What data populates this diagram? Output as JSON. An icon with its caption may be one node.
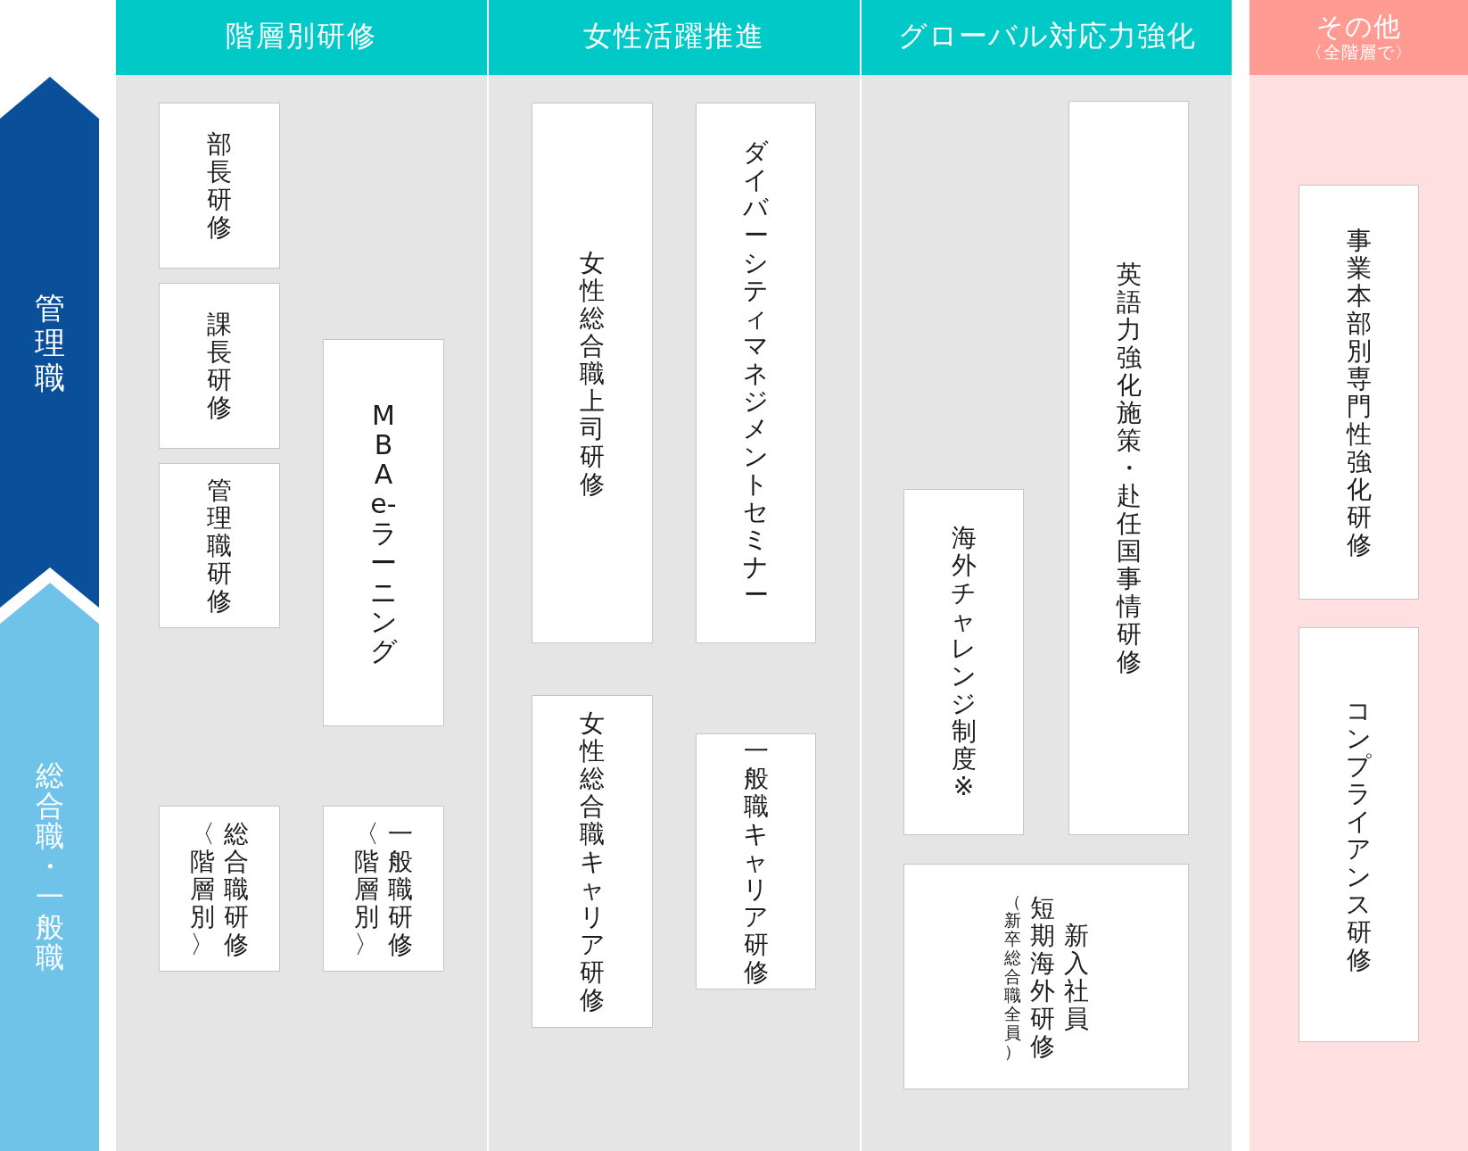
{
  "diagram": {
    "nodes": [
      {
        "text": [
          "管理職"
        ]
      },
      {
        "text": [
          "総合職・一般職"
        ]
      },
      {
        "text": [
          "階層別研修"
        ]
      },
      {
        "text": [
          "部長研修"
        ],
        "in": 2
      },
      {
        "text": [
          "課長研修"
        ],
        "in": 2
      },
      {
        "text": [
          "管理職研修"
        ],
        "in": 2
      },
      {
        "text": [
          "MBA e-ラーニング"
        ],
        "in": 2
      },
      {
        "text": [
          "〈階層別〉",
          "総合職研修"
        ],
        "in": 2
      },
      {
        "text": [
          "〈階層別〉",
          "一般職研修"
        ],
        "in": 2
      },
      {
        "text": [
          "女性活躍推進"
        ]
      },
      {
        "text": [
          "女性総合職上司研修"
        ],
        "in": 9
      },
      {
        "text": [
          "ダイバーシティマネジメントセミナー"
        ],
        "in": 9
      },
      {
        "text": [
          "女性総合職キャリア研修"
        ],
        "in": 9
      },
      {
        "text": [
          "一般職キャリア研修"
        ],
        "in": 9
      },
      {
        "text": [
          "グローバル対応力強化"
        ]
      },
      {
        "text": [
          "英語力強化施策・赴任国事情研修"
        ],
        "in": 14
      },
      {
        "text": [
          "海外チャレンジ制度※"
        ],
        "in": 14
      },
      {
        "text": [
          "（新卒総合職全員）",
          "短期海外研修",
          "新入社員"
        ],
        "in": 14
      },
      {
        "text": [
          "その他",
          "〈全階層で〉"
        ]
      },
      {
        "text": [
          "事業本部別専門性強化研修"
        ],
        "in": 18
      },
      {
        "text": [
          "コンプライアンス研修"
        ],
        "in": 18
      }
    ]
  }
}
